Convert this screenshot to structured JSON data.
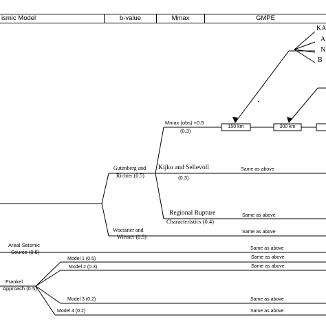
{
  "header": {
    "col_seismic_model": "ismic Model",
    "col_b_value": "b-value",
    "col_mmax": "Mmax",
    "col_gmpe": "GMPE"
  },
  "branches": {
    "gutenberg_richter": [
      "Gutenberg and",
      "Richter (0.5)"
    ],
    "woessner_wiemer": [
      "Woessner and",
      "Wiemer (0.5)"
    ],
    "mmax_obs": [
      "Mmax (obs) +0.5",
      "(0.3)"
    ],
    "kijko_sellevoll": [
      "Kijko and Sellevoll",
      "(0.3)"
    ],
    "regional_rupture": [
      "Regional Rupture",
      "Characteristics (0.4)"
    ],
    "areal_seismic": [
      "Areal Seismic",
      "Source (0.5)"
    ],
    "frankel": [
      "Frankel",
      "Approach (0.5)"
    ],
    "model_1": "Model 1 (0.5)",
    "model_2": "Model 2 (0.3)",
    "model_3": "Model 3 (0.2)",
    "model_4": "Model 4 (0.2)"
  },
  "distance_boxes": [
    "150 km",
    "300 km"
  ],
  "gmpe_labels": [
    "KA",
    "A",
    "N",
    "B"
  ],
  "same_as_above": "Same as above"
}
